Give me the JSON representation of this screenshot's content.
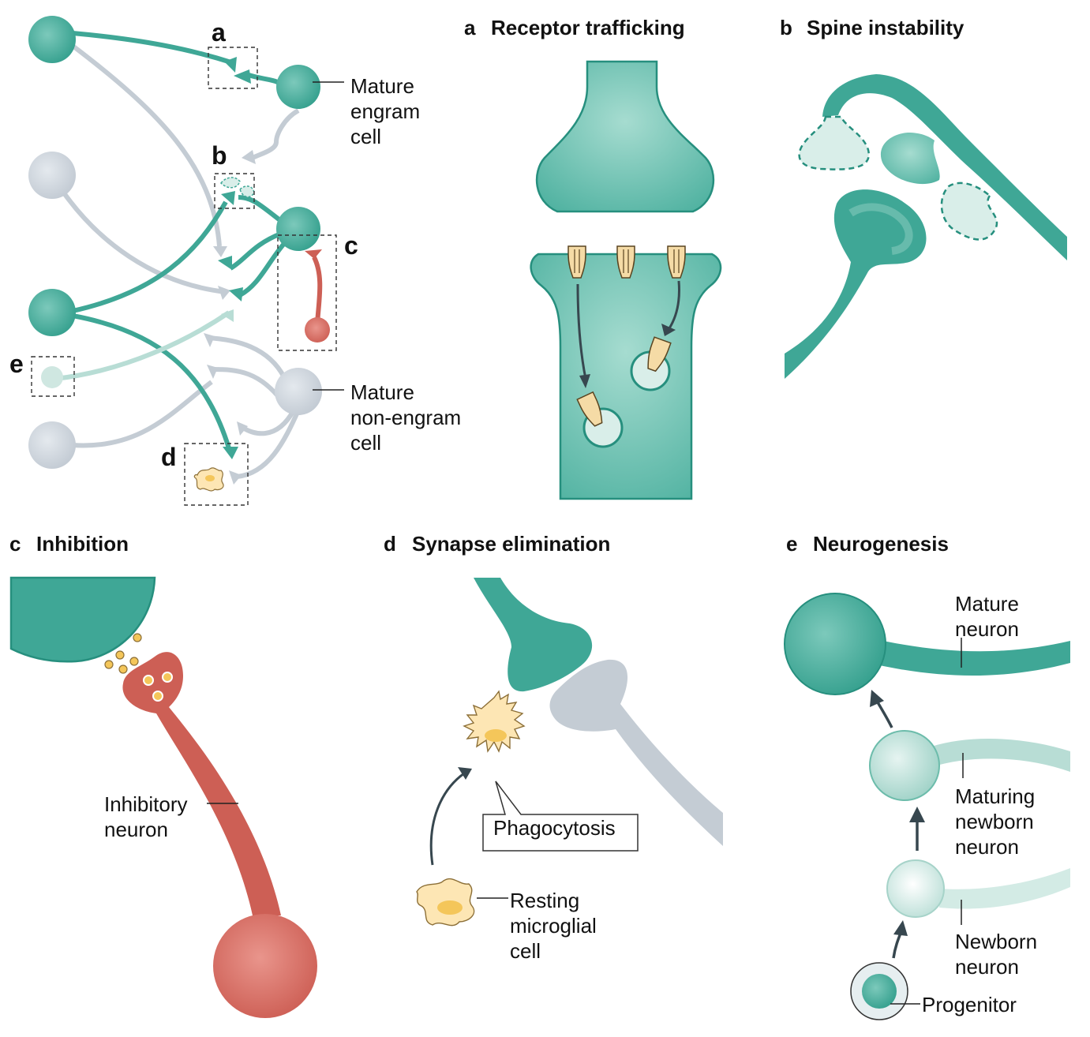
{
  "colors": {
    "engram": "#3fa796",
    "engram_dark": "#268f7e",
    "engram_light": "#b8ddd5",
    "non_engram": "#c4ccd4",
    "inhibitory": "#cd5f55",
    "microglia": "#fde6b4",
    "microglia_nucleus": "#f4c65a",
    "receptor": "#f5dba6"
  },
  "overview": {
    "box_labels": [
      "a",
      "b",
      "c",
      "d",
      "e"
    ],
    "mature_engram_label": [
      "Mature",
      "engram",
      "cell"
    ],
    "mature_non_engram_label": [
      "Mature",
      "non-engram",
      "cell"
    ]
  },
  "panels": {
    "a": {
      "letter": "a",
      "title": "Receptor trafficking"
    },
    "b": {
      "letter": "b",
      "title": "Spine instability"
    },
    "c": {
      "letter": "c",
      "title": "Inhibition",
      "label": [
        "Inhibitory",
        "neuron"
      ]
    },
    "d": {
      "letter": "d",
      "title": "Synapse elimination",
      "callout": "Phagocytosis",
      "label": [
        "Resting",
        "microglial",
        "cell"
      ]
    },
    "e": {
      "letter": "e",
      "title": "Neurogenesis",
      "labels": {
        "mature": [
          "Mature",
          "neuron"
        ],
        "maturing": [
          "Maturing",
          "newborn",
          "neuron"
        ],
        "newborn": [
          "Newborn",
          "neuron"
        ],
        "progenitor": "Progenitor"
      }
    }
  }
}
